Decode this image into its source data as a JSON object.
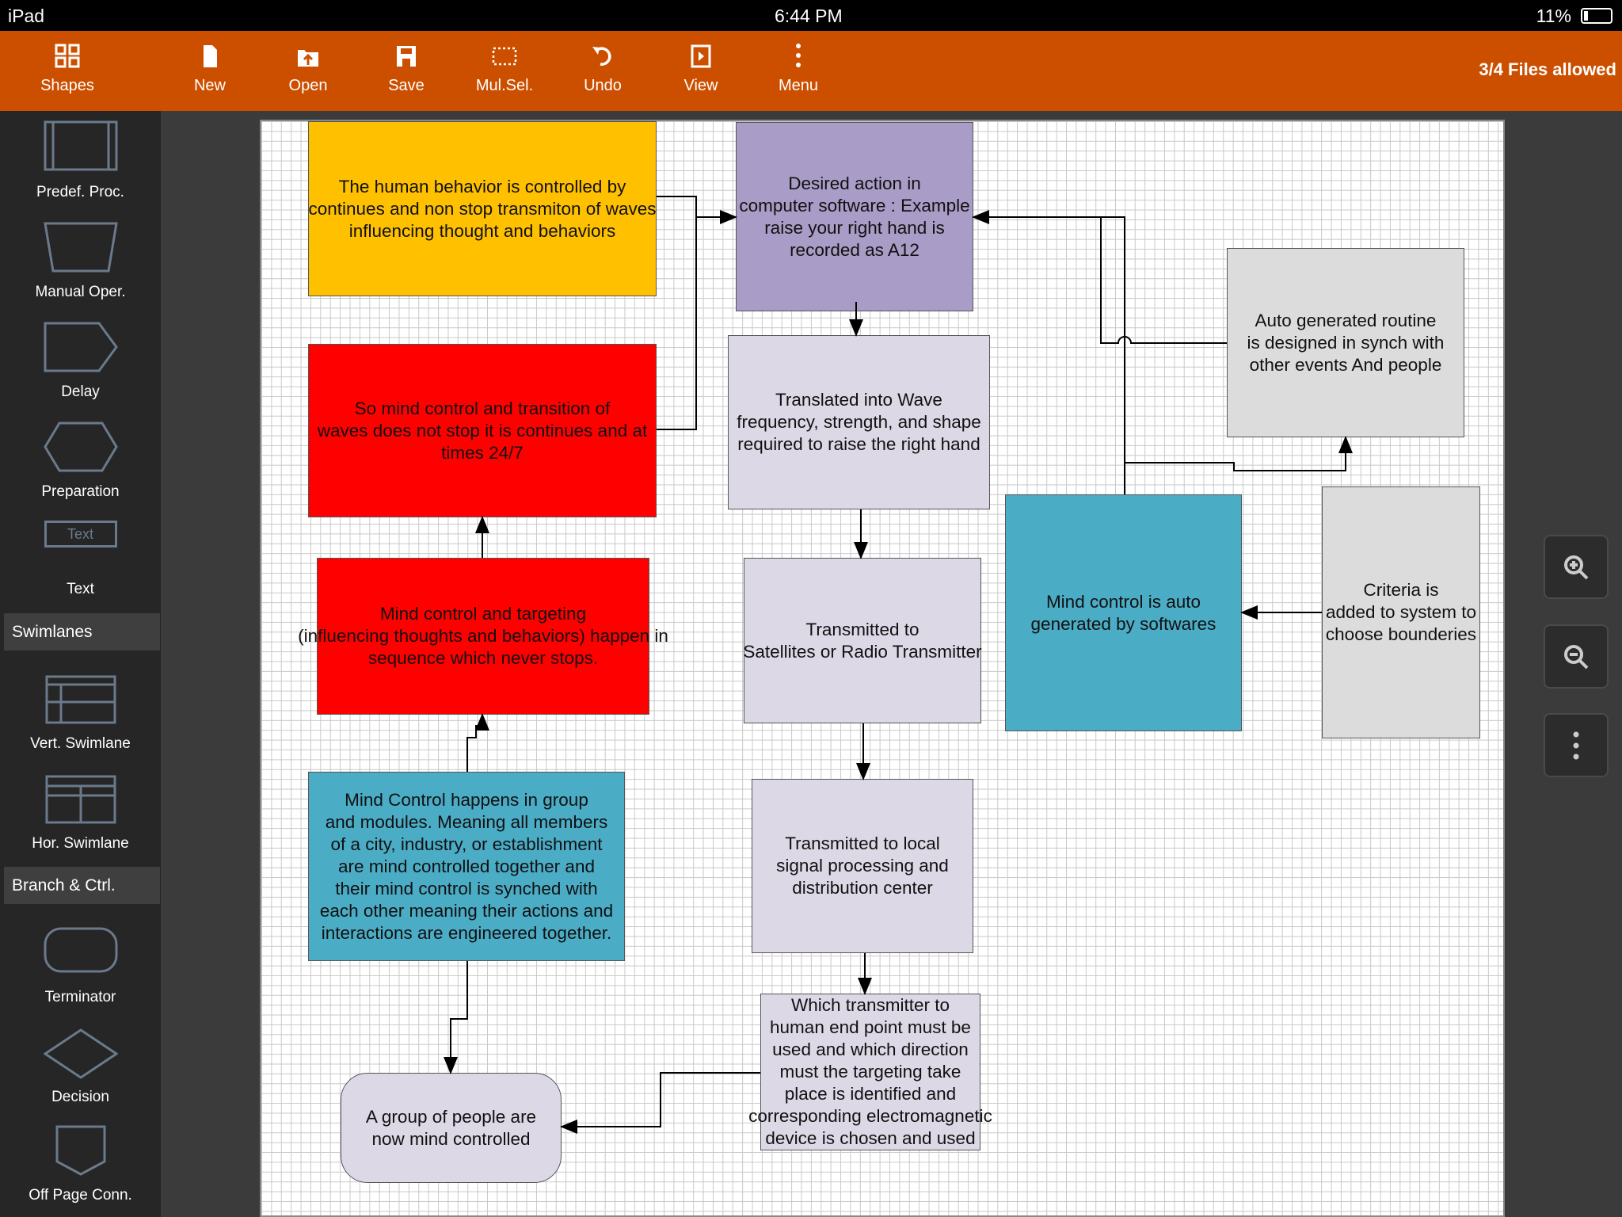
{
  "status_bar": {
    "device": "iPad",
    "time": "6:44 PM",
    "battery": "11%"
  },
  "toolbar": {
    "items": [
      {
        "label": "Shapes",
        "icon": "shapes-icon"
      },
      {
        "label": "New",
        "icon": "new-file-icon"
      },
      {
        "label": "Open",
        "icon": "open-icon"
      },
      {
        "label": "Save",
        "icon": "save-icon"
      },
      {
        "label": "Mul.Sel.",
        "icon": "multi-select-icon"
      },
      {
        "label": "Undo",
        "icon": "undo-icon"
      },
      {
        "label": "View",
        "icon": "view-icon"
      },
      {
        "label": "Menu",
        "icon": "menu-dots-icon"
      }
    ],
    "files_allowed": "3/4 Files allowed"
  },
  "sidebar": {
    "items": [
      "Predef. Proc.",
      "Manual Oper.",
      "Delay",
      "Preparation",
      "Text",
      "Vert. Swimlane",
      "Hor. Swimlane",
      "Terminator",
      "Decision",
      "Off Page Conn."
    ],
    "text_shape_label": "Text",
    "sections": [
      "Swimlanes",
      "Branch & Ctrl."
    ]
  },
  "diagram": {
    "nodes": [
      {
        "text": "The human behavior is controlled by\ncontinues and non stop transmiton of waves\ninfluencing thought and behaviors",
        "color": "#ffc000"
      },
      {
        "text": "Desired action in\ncomputer software : Example\nraise your right hand is\nrecorded as A12",
        "color": "#a99cc6"
      },
      {
        "text": "So mind control and transition of\nwaves does not stop it is continues and at\ntimes 24/7",
        "color": "#ff0000"
      },
      {
        "text": "Translated into Wave\nfrequency, strength, and shape\nrequired to raise the right hand",
        "color": "#dcd8e6"
      },
      {
        "text": "Auto generated routine\nis designed in synch with\nother events And people",
        "color": "#dcdcdc"
      },
      {
        "text": "Mind control and targeting\n(influencing thoughts and behaviors) happen in\nsequence which never stops.",
        "color": "#ff0000"
      },
      {
        "text": "Transmitted to\nSatellites or Radio Transmitter",
        "color": "#dcd8e6"
      },
      {
        "text": "Mind control is auto\ngenerated by softwares",
        "color": "#4bacc6"
      },
      {
        "text": "Criteria is\nadded to system to\nchoose bounderies",
        "color": "#dcdcdc"
      },
      {
        "text": "Mind Control happens in group\nand modules. Meaning all members\nof a city, industry, or establishment\nare mind controlled together and\ntheir mind control is synched with\neach other meaning their actions and\ninteractions are engineered together.",
        "color": "#4bacc6"
      },
      {
        "text": "Transmitted to local\nsignal processing and\ndistribution center",
        "color": "#dcd8e6"
      },
      {
        "text": "Which transmitter to\nhuman end point must be\nused and which direction\nmust the targeting take\nplace is identified and\ncorresponding electromagnetic\ndevice is chosen and used",
        "color": "#dcd8e6"
      },
      {
        "text": "A group of people are\nnow mind controlled",
        "color": "#dcd8e6"
      }
    ]
  }
}
